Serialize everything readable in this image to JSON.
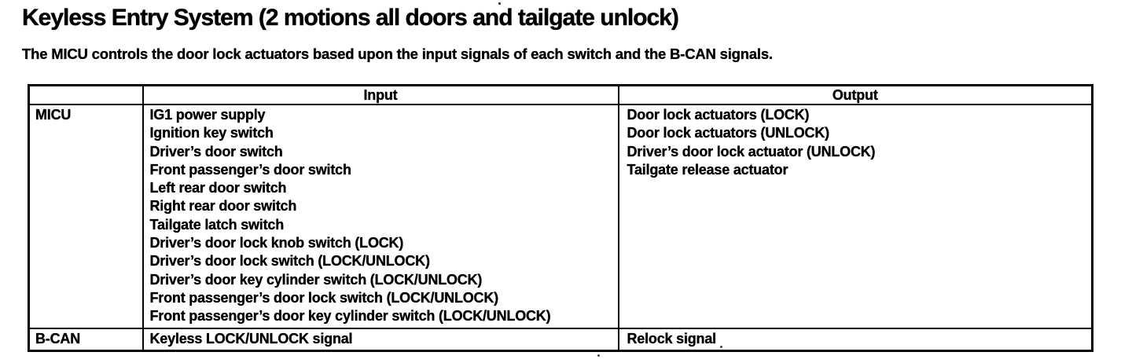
{
  "page": {
    "title": "Keyless Entry System (2 motions all doors and tailgate unlock)",
    "description": "The MICU controls the door lock actuators based upon the input signals of each switch and the B-CAN signals."
  },
  "table": {
    "headers": [
      "",
      "Input",
      "Output"
    ],
    "rows": [
      {
        "source": "MICU",
        "inputs": [
          "IG1 power supply",
          "Ignition key switch",
          "Driver’s door switch",
          "Front passenger’s door switch",
          "Left rear door switch",
          "Right rear door switch",
          "Tailgate latch switch",
          "Driver’s door lock knob switch (LOCK)",
          "Driver’s door lock switch (LOCK/UNLOCK)",
          "Driver’s door key cylinder switch (LOCK/UNLOCK)",
          "Front passenger’s door lock switch (LOCK/UNLOCK)",
          "Front passenger’s door key cylinder switch (LOCK/UNLOCK)"
        ],
        "outputs": [
          "Door lock actuators (LOCK)",
          "Door lock actuators (UNLOCK)",
          "Driver’s door lock actuator (UNLOCK)",
          "Tailgate release actuator"
        ]
      },
      {
        "source": "B-CAN",
        "inputs": [
          "Keyless LOCK/UNLOCK signal"
        ],
        "outputs": [
          "Relock signal"
        ]
      }
    ]
  }
}
